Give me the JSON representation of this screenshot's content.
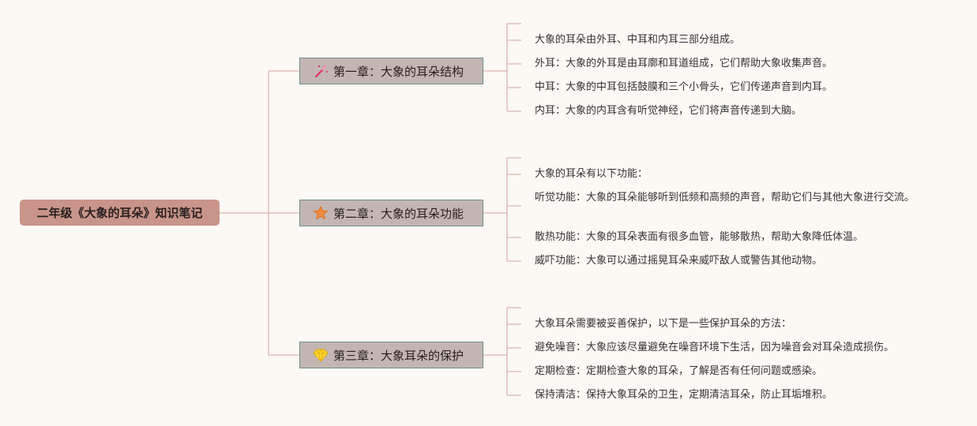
{
  "root": {
    "label": "二年级《大象的耳朵》知识笔记"
  },
  "chapters": [
    {
      "label": "第一章：大象的耳朵结构",
      "icon": "magic-wand-icon",
      "items": [
        "大象的耳朵由外耳、中耳和内耳三部分组成。",
        "外耳：大象的外耳是由耳廓和耳道组成，它们帮助大象收集声音。",
        "中耳：大象的中耳包括鼓膜和三个小骨头，它们传递声音到内耳。",
        "内耳：大象的内耳含有听觉神经，它们将声音传递到大脑。"
      ]
    },
    {
      "label": "第二章：大象的耳朵功能",
      "icon": "star-icon",
      "items": [
        "大象的耳朵有以下功能：",
        "听觉功能：大象的耳朵能够听到低频和高频的声音，帮助它们与其他大象进行交流。",
        "散热功能：大象的耳朵表面有很多血管，能够散热，帮助大象降低体温。",
        "威吓功能：大象可以通过摇晃耳朵来威吓敌人或警告其他动物。"
      ]
    },
    {
      "label": "第三章：大象耳朵的保护",
      "icon": "diamond-icon",
      "items": [
        "大象耳朵需要被妥善保护，以下是一些保护耳朵的方法：",
        "避免噪音：大象应该尽量避免在噪音环境下生活，因为噪音会对耳朵造成损伤。",
        "定期检查：定期检查大象的耳朵，了解是否有任何问题或感染。",
        "保持清洁：保持大象耳朵的卫生，定期清洁耳朵，防止耳垢堆积。"
      ]
    }
  ],
  "colors": {
    "background": "#fcf8f4",
    "root_fill": "#c9958a",
    "chapter_fill": "#c3b6b2",
    "chapter_border": "#6f8f86",
    "connector": "#d9b5ad"
  }
}
